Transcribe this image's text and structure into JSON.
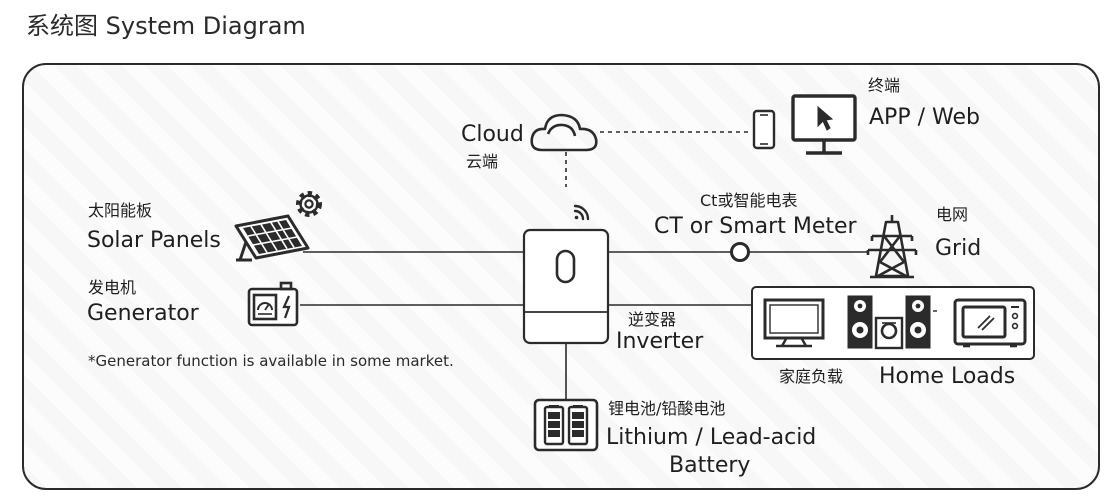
{
  "title": "系统图 System Diagram",
  "cloud": {
    "en": "Cloud",
    "cn": "云端"
  },
  "terminal": {
    "cn": "终端",
    "en": "APP / Web"
  },
  "solar": {
    "cn": "太阳能板",
    "en": "Solar Panels"
  },
  "generator": {
    "cn": "发电机",
    "en": "Generator"
  },
  "meter": {
    "cn": "Ct或智能电表",
    "en": "CT or Smart Meter"
  },
  "grid": {
    "cn": "电网",
    "en": "Grid"
  },
  "inverter": {
    "cn": "逆变器",
    "en": "Inverter"
  },
  "loads": {
    "cn": "家庭负载",
    "en": "Home Loads"
  },
  "battery": {
    "cn": "锂电池/铅酸电池",
    "en_line1": "Lithium / Lead-acid",
    "en_line2": "Battery"
  },
  "note": "*Generator function is available in some market.",
  "icons": {
    "cloud": "cloud-icon",
    "phone": "phone-icon",
    "monitor": "monitor-cursor-icon",
    "solar": "solar-panel-icon",
    "gear": "gear-icon",
    "generator": "generator-icon",
    "wifi": "wifi-icon",
    "inverter": "inverter-icon",
    "meter": "meter-node-icon",
    "tower": "transmission-tower-icon",
    "tv": "tv-icon",
    "speakers": "speaker-icon",
    "microwave": "microwave-icon",
    "battery": "battery-icon"
  },
  "colors": {
    "line": "#2b2b2b",
    "text": "#1f1f1f",
    "panel_border": "#2b2b2b"
  }
}
